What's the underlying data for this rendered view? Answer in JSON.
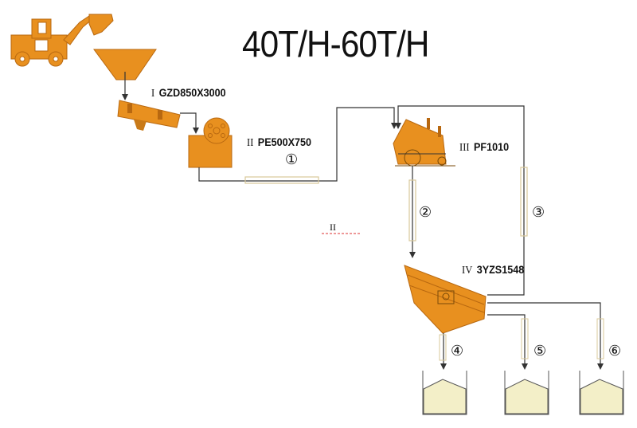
{
  "title": "40T/H-60T/H",
  "equipment": [
    {
      "numeral": "I",
      "model": "GZD850X3000",
      "type": "vibrating-feeder"
    },
    {
      "numeral": "II",
      "model": "PE500X750",
      "type": "jaw-crusher"
    },
    {
      "numeral": "III",
      "model": "PF1010",
      "type": "impact-crusher"
    },
    {
      "numeral": "IV",
      "model": "3YZS1548",
      "type": "vibrating-screen"
    }
  ],
  "conveyors": [
    "①",
    "②",
    "③",
    "④",
    "⑤",
    "⑥"
  ],
  "stray_mark": "II",
  "colors": {
    "machine": "#e8901f",
    "machine_dark": "#b86810",
    "line": "#333333",
    "conveyor": "#d8c89a",
    "sand": "#f3efc8"
  }
}
